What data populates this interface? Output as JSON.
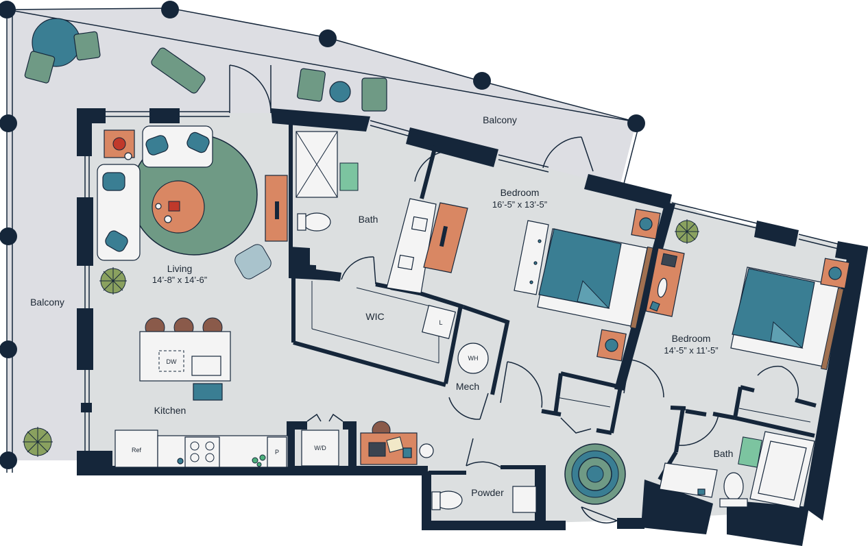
{
  "rooms": {
    "balcony_top": "Balcony",
    "balcony_left": "Balcony",
    "living": {
      "name": "Living",
      "dims": "14’-8” x 14’-6”"
    },
    "kitchen": "Kitchen",
    "bath_main": "Bath",
    "wic": "WIC",
    "bedroom_1": {
      "name": "Bedroom",
      "dims": "16’-5” x 13’-5”"
    },
    "bedroom_2": {
      "name": "Bedroom",
      "dims": "14’-5” x 11’-5”"
    },
    "mech": "Mech",
    "powder": "Powder",
    "bath_2": "Bath"
  },
  "fixtures": {
    "dishwasher": "DW",
    "refrigerator": "Ref",
    "pantry": "P",
    "washer_dryer": "W/D",
    "water_heater": "WH",
    "linen": "L"
  },
  "colors": {
    "wall": "#15263a",
    "floor": "#dcdfe0",
    "balcony": "#dddee3",
    "teal": "#3a7e93",
    "orange": "#d98763",
    "rug_green": "#6f9a85",
    "bath_mat": "#7cc4a0"
  }
}
